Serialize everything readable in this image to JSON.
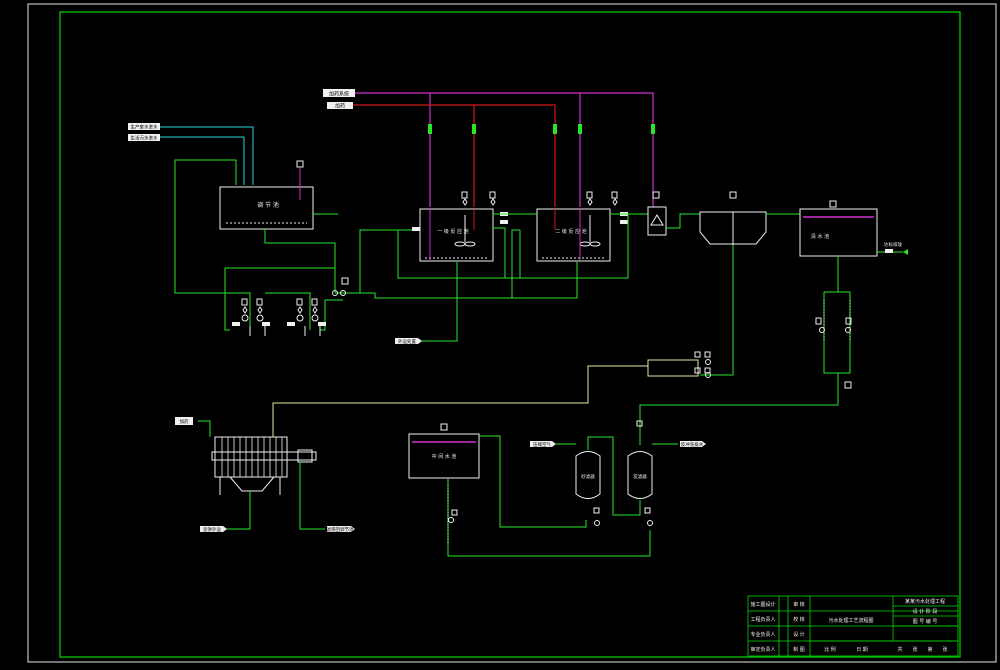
{
  "colors": {
    "background": "#000000",
    "frame": "#e6e6e6",
    "border": "#00d800",
    "pipe": "#27e627",
    "pipe_alt": "#e6e6a0",
    "cyan": "#2fd0e0",
    "magenta": "#d030d0",
    "red": "#d01818",
    "white": "#f0f0f0"
  },
  "title_block": {
    "project_name": "某某污水处理工程",
    "drawing_title": "污水处理工艺流程图",
    "left_rows": [
      {
        "role": "施工图设计",
        "a": "审 核"
      },
      {
        "role": "工程负责人",
        "a": "校 核"
      },
      {
        "role": "专业负责人",
        "a": "设 计"
      },
      {
        "role": "审定负责人",
        "a": "制 图"
      }
    ],
    "right_rows": [
      {
        "label": "设 计 阶 段"
      },
      {
        "label": "图 号 编 号"
      }
    ],
    "bottom_labels": {
      "scale": "比 例",
      "date": "日 期",
      "sheet": "共",
      "page": "张",
      "no": "第",
      "page2": "张"
    }
  },
  "tags": {
    "reagent_top_1": "加药系统",
    "reagent_top_2": "加药",
    "inlet_1": "生产废水进水",
    "inlet_2": "生活污水进水",
    "sludge_out_left": "外运处置",
    "press_feed": "加药",
    "press_cake": "泥饼外运",
    "press_filtrate": "滤液回调节池",
    "air_supply": "压缩空气",
    "backwash_out": "反冲洗排水",
    "effluent": "达标排放"
  },
  "tanks": {
    "regulating": "调 节 池",
    "reactor_1": "一 级 反 应 池",
    "reactor_2": "二 级 反 应 池",
    "clear_water": "清 水 池",
    "intermediate": "中 间 水 池",
    "sand_filter": "砂滤器",
    "carbon_filter": "炭滤器"
  }
}
